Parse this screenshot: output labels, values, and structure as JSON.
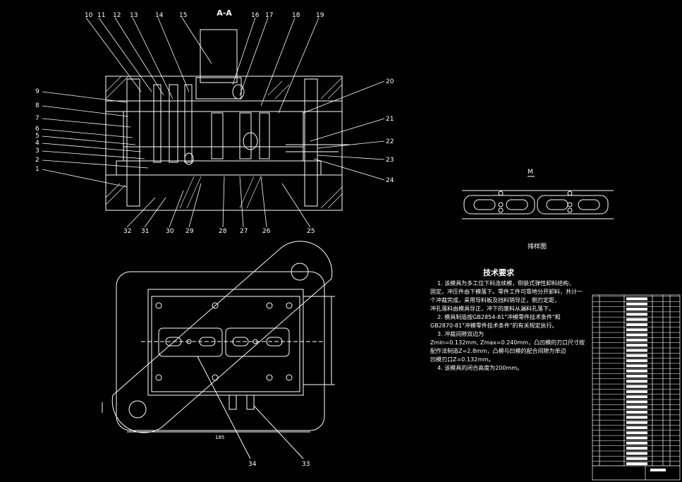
{
  "section_label": "A-A",
  "view_label_m": "M",
  "strip_caption": "排样图",
  "tech_title": "技术要求",
  "tech_lines": [
    "1. 该模具为多工位下料连续模，倒装式弹性卸料结构，",
    "固定，冲压件由下模落下。零件工件可靠地分开卸料，共计一",
    "个冲裁完成，采用导料板及挡料销导正，侧刃定距，",
    "冲孔落料由模具导正，冲下的废料从漏料孔落下。",
    "2. 模具制造按GB2854-81\"冲模零件技术条件\"和",
    "GB2870-81\"冲模零件技术条件\"的有关规定执行。",
    "3. 冲裁间隙双边为",
    "Zmin=0.132mm, Zmax=0.240mm，凸凹模的刃口尺寸按",
    "配作法制造Z=2.8mm，凸模与凹模的配合间隙为单边",
    "凹模刃口Z=0.132mm。",
    "4. 该模具的闭合高度为200mm。"
  ],
  "top_labels": [
    "10",
    "11",
    "12",
    "13",
    "14",
    "15",
    "16",
    "17",
    "18",
    "19"
  ],
  "left_labels": [
    "9",
    "8",
    "7",
    "6",
    "5",
    "4",
    "3",
    "2",
    "1"
  ],
  "right_labels": [
    "20",
    "21",
    "22",
    "23",
    "24"
  ],
  "bottom_labels": [
    "32",
    "31",
    "30",
    "29",
    "28",
    "27",
    "26",
    "25"
  ],
  "plan_labels": [
    "34",
    "33"
  ],
  "plan_dim_bottom": "185"
}
